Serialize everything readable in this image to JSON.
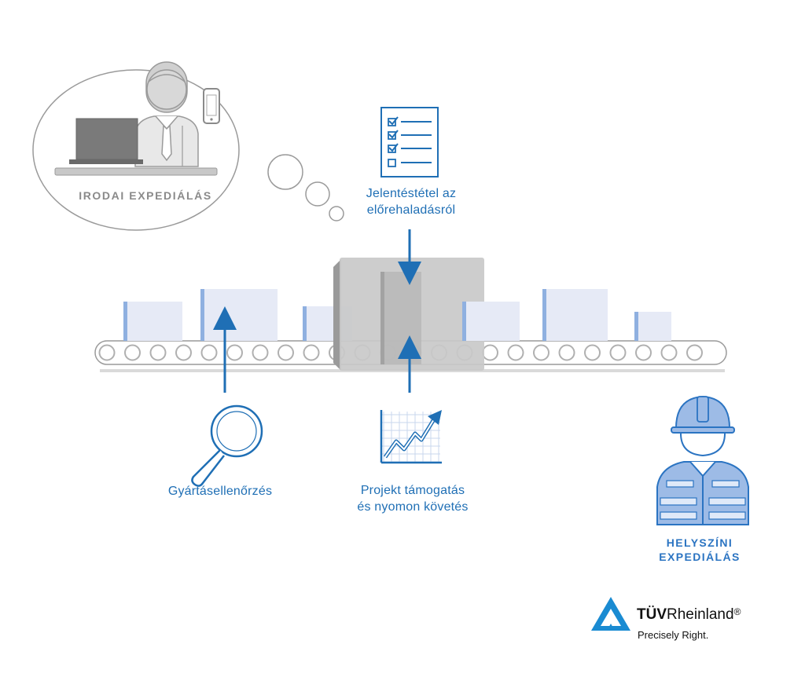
{
  "office": {
    "label": "IRODAI EXPEDIÁLÁS"
  },
  "steps": [
    {
      "line1": "Jelentéstétel az",
      "line2": "előrehaladásról"
    },
    {
      "line1": "Gyártásellenőrzés",
      "line2": ""
    },
    {
      "line1": "Projekt támogatás",
      "line2": "és nyomon követés"
    }
  ],
  "site": {
    "line1": "HELYSZÍNI",
    "line2": "EXPEDIÁLÁS"
  },
  "brand": {
    "name_bold": "TÜV",
    "name_rest": "Rheinland",
    "registered": "®",
    "tagline": "Precisely Right."
  },
  "colors": {
    "accent_blue": "#1f6fb5",
    "box_fill": "#e6eaf6",
    "box_edge": "#8fb0e0",
    "gray_box": "#c8c8c8"
  }
}
